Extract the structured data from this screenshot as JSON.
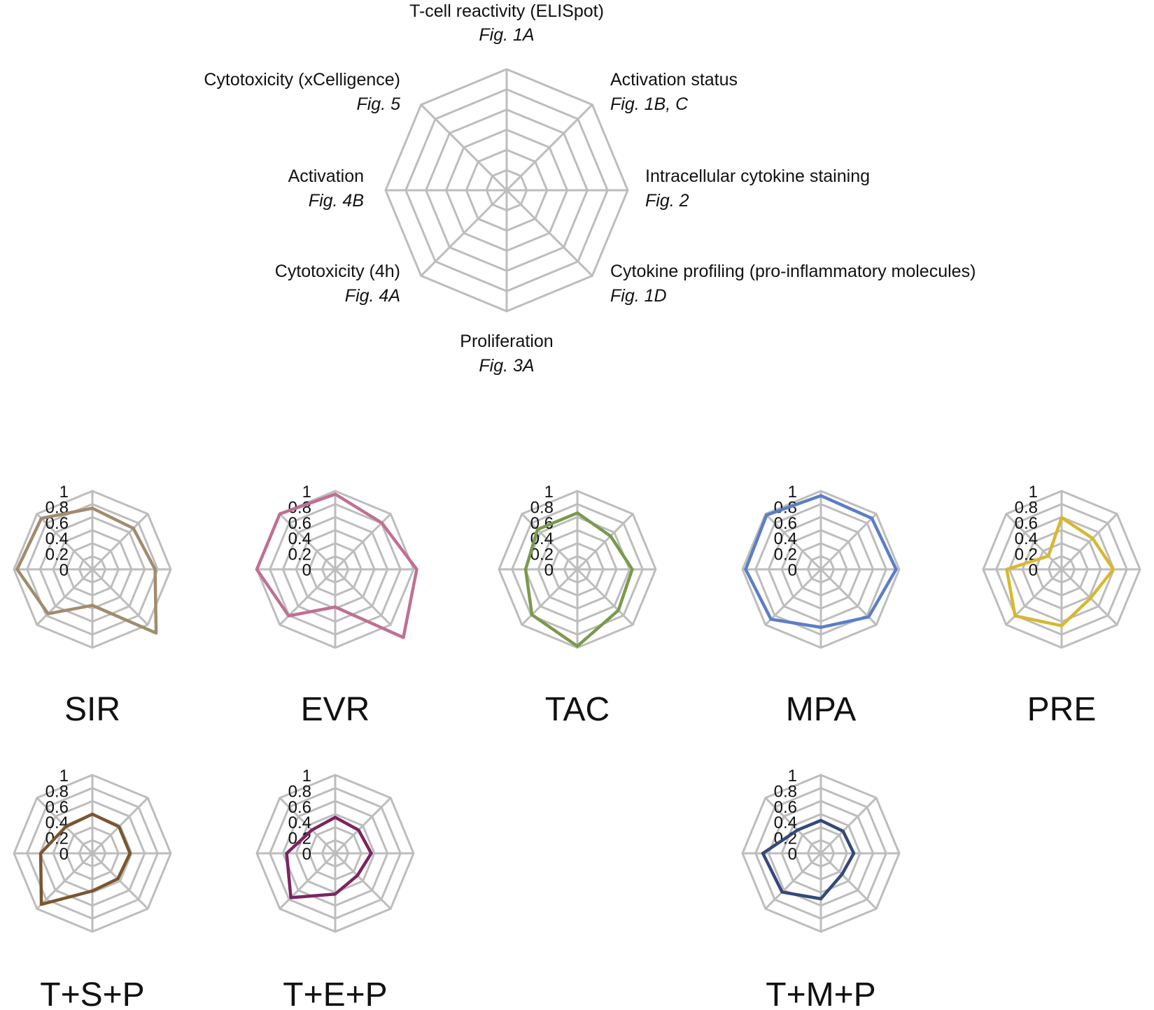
{
  "legend_chart": {
    "axes": [
      {
        "label": "T-cell reactivity (ELISpot)",
        "ref": "Fig. 1A"
      },
      {
        "label": "Activation status",
        "ref": "Fig. 1B, C"
      },
      {
        "label": "Intracellular cytokine staining",
        "ref": "Fig. 2"
      },
      {
        "label": "Cytokine profiling (pro-inflammatory molecules)",
        "ref": "Fig. 1D"
      },
      {
        "label": "Proliferation",
        "ref": "Fig. 3A"
      },
      {
        "label": "Cytotoxicity (4h)",
        "ref": "Fig. 4A"
      },
      {
        "label": "Activation",
        "ref": "Fig. 4B"
      },
      {
        "label": "Cytotoxicity (xCelligence)",
        "ref": "Fig. 5"
      }
    ]
  },
  "chart_data": [
    {
      "type": "radar",
      "title": "SIR",
      "ticks": [
        "0",
        "0.2",
        "0.4",
        "0.6",
        "0.8",
        "1"
      ],
      "rlim": [
        0,
        1
      ],
      "color": "#a08c6e",
      "values": [
        0.78,
        0.74,
        0.8,
        1.15,
        0.46,
        0.8,
        0.96,
        0.92
      ]
    },
    {
      "type": "radar",
      "title": "EVR",
      "ticks": [
        "0",
        "0.2",
        "0.4",
        "0.6",
        "0.8",
        "1"
      ],
      "rlim": [
        0,
        1
      ],
      "color": "#bf7092",
      "values": [
        0.96,
        0.84,
        1.04,
        1.23,
        0.48,
        0.84,
        1.0,
        1.0
      ]
    },
    {
      "type": "radar",
      "title": "TAC",
      "ticks": [
        "0",
        "0.2",
        "0.4",
        "0.6",
        "0.8",
        "1"
      ],
      "rlim": [
        0,
        1
      ],
      "color": "#7a9a4c",
      "values": [
        0.72,
        0.6,
        0.7,
        0.74,
        0.98,
        0.82,
        0.66,
        0.72
      ]
    },
    {
      "type": "radar",
      "title": "MPA",
      "ticks": [
        "0",
        "0.2",
        "0.4",
        "0.6",
        "0.8",
        "1"
      ],
      "rlim": [
        0,
        1
      ],
      "color": "#5b7ec6",
      "values": [
        0.94,
        0.92,
        0.96,
        0.86,
        0.74,
        0.9,
        0.96,
        0.98
      ]
    },
    {
      "type": "radar",
      "title": "PRE",
      "ticks": [
        "0",
        "0.2",
        "0.4",
        "0.6",
        "0.8",
        "1"
      ],
      "rlim": [
        0,
        1
      ],
      "color": "#d8b82c",
      "values": [
        0.66,
        0.56,
        0.66,
        0.52,
        0.72,
        0.84,
        0.7,
        0.24
      ]
    },
    {
      "type": "radar",
      "title": "T+S+P",
      "ticks": [
        "0",
        "0.2",
        "0.4",
        "0.6",
        "0.8",
        "1"
      ],
      "rlim": [
        0,
        1
      ],
      "color": "#7a5530",
      "values": [
        0.5,
        0.48,
        0.48,
        0.46,
        0.48,
        0.92,
        0.66,
        0.48
      ]
    },
    {
      "type": "radar",
      "title": "T+E+P",
      "ticks": [
        "0",
        "0.2",
        "0.4",
        "0.6",
        "0.8",
        "1"
      ],
      "rlim": [
        0,
        1
      ],
      "color": "#7b2460",
      "values": [
        0.46,
        0.42,
        0.46,
        0.4,
        0.52,
        0.8,
        0.62,
        0.42
      ]
    },
    {
      "type": "radar",
      "title": "T+M+P",
      "ticks": [
        "0",
        "0.2",
        "0.4",
        "0.6",
        "0.8",
        "1"
      ],
      "rlim": [
        0,
        1
      ],
      "color": "#34497a",
      "values": [
        0.42,
        0.4,
        0.42,
        0.38,
        0.58,
        0.7,
        0.74,
        0.42
      ]
    }
  ]
}
